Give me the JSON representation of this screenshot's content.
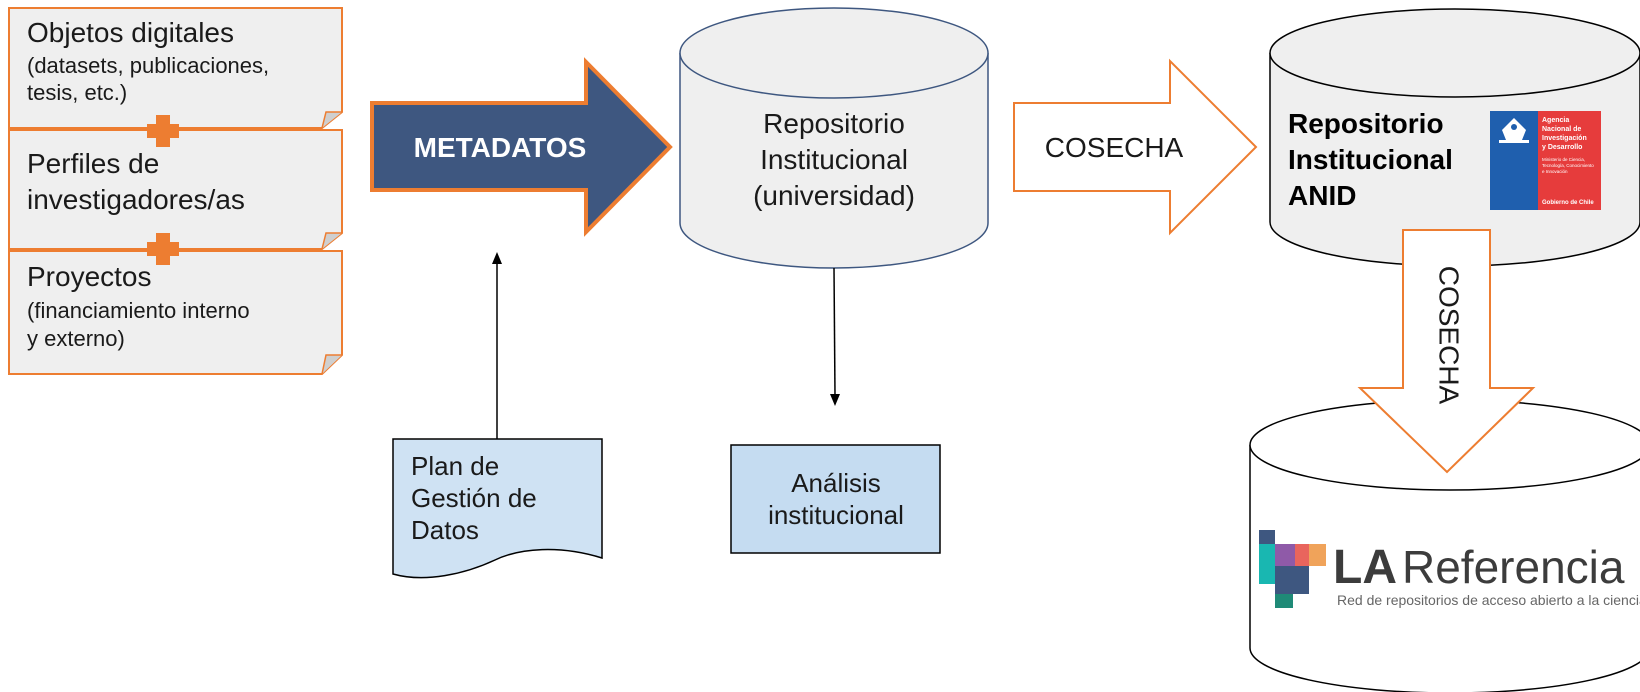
{
  "sources": {
    "digital_objects": {
      "title": "Objetos digitales",
      "line1": "(datasets, publicaciones,",
      "line2": "tesis, etc.)"
    },
    "researcher_profiles": {
      "line1": "Perfiles de",
      "line2": "investigadores/as"
    },
    "projects": {
      "title": "Proyectos",
      "line1": "(financiamiento interno",
      "line2": "y externo)"
    }
  },
  "metadata_arrow": {
    "label": "METADATOS"
  },
  "institutional_repository": {
    "line1": "Repositorio",
    "line2": "Institucional",
    "line3": "(universidad)"
  },
  "harvest_arrow_1": {
    "label": "COSECHA"
  },
  "anid_repository": {
    "line1": "Repositorio",
    "line2": "Institucional",
    "line3": "ANID"
  },
  "anid_logo": {
    "line1": "Agencia",
    "line2": "Nacional de",
    "line3": "Investigación",
    "line4": "y Desarrollo",
    "ministry1": "Ministerio de Ciencia,",
    "ministry2": "Tecnología, Conocimiento",
    "ministry3": "e Innovación",
    "government": "Gobierno de Chile"
  },
  "harvest_arrow_2": {
    "label": "COSECHA"
  },
  "data_management_plan": {
    "line1": "Plan de",
    "line2": "Gestión de",
    "line3": "Datos"
  },
  "institutional_analysis": {
    "line1": "Análisis",
    "line2": "institucional"
  },
  "la_referencia": {
    "name_bold": "LA",
    "name_rest": "Referencia",
    "tagline": "Red de repositorios de acceso abierto a la ciencia"
  },
  "colors": {
    "orange": "#ed7d31",
    "navy": "#3e5780",
    "light_gray": "#efefef",
    "light_blue": "#cfe2f3",
    "medium_blue": "#c5dcf1",
    "anid_red": "#e63c3c",
    "anid_blue": "#1f5fae"
  }
}
